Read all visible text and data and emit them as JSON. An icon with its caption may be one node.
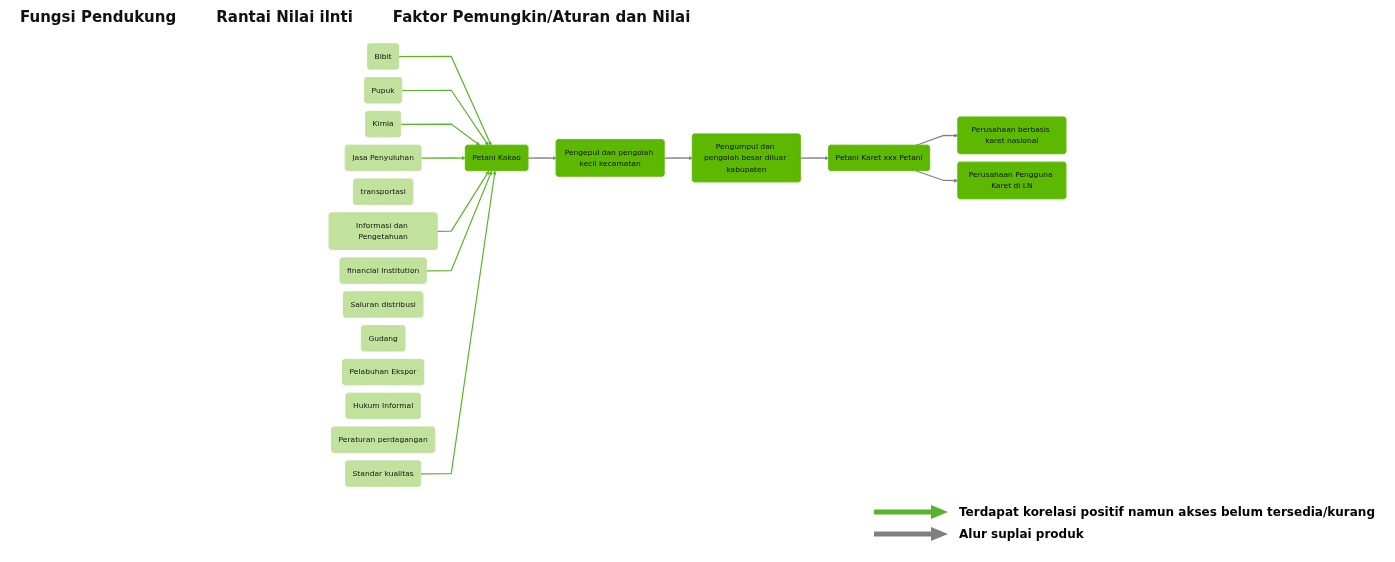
{
  "diagram": {
    "nodes": [
      {
        "text": [
          "Bibit"
        ]
      },
      {
        "text": [
          "Pupuk"
        ]
      },
      {
        "text": [
          "Kimia"
        ]
      },
      {
        "text": [
          "Jasa Penyuluhan"
        ]
      },
      {
        "text": [
          "transportasi"
        ]
      },
      {
        "text": [
          "Informasi dan Pengetahuan"
        ]
      },
      {
        "text": [
          "financial Institution"
        ]
      },
      {
        "text": [
          "Saluran distribusi"
        ]
      },
      {
        "text": [
          "Gudang"
        ]
      },
      {
        "text": [
          "Pelabuhan Ekspor"
        ]
      },
      {
        "text": [
          "Petani Kakao"
        ]
      },
      {
        "text": [
          "Pengepul dan pengolah kecil kecamatan"
        ]
      },
      {
        "text": [
          "Pengumpul dan pengolah besar diluar kabupaten"
        ]
      },
      {
        "text": [
          "Petani Karet xxx Petani"
        ]
      },
      {
        "text": [
          "Perusahaan berbasis karet nasional"
        ]
      },
      {
        "text": [
          "Perusahaan Pengguna Karet di LN"
        ]
      },
      {
        "text": [
          "Hukum Informal"
        ]
      },
      {
        "text": [
          "Peraturan perdagangan"
        ]
      },
      {
        "text": [
          "Standar kualitas"
        ]
      }
    ],
    "edges": [
      {
        "from": 0,
        "to": 10,
        "arrow": "to"
      },
      {
        "from": 1,
        "to": 10,
        "arrow": "to"
      },
      {
        "from": 2,
        "to": 10,
        "arrow": "to"
      },
      {
        "from": 3,
        "to": 10,
        "arrow": "to"
      },
      {
        "from": 5,
        "to": 10,
        "arrow": "to"
      },
      {
        "from": 6,
        "to": 10,
        "arrow": "to"
      },
      {
        "from": 18,
        "to": 10,
        "arrow": "to"
      },
      {
        "from": 10,
        "to": 11,
        "arrow": "to",
        "color": "#808080"
      },
      {
        "from": 11,
        "to": 12,
        "arrow": "to",
        "color": "#808080"
      },
      {
        "from": 12,
        "to": 13,
        "arrow": "to",
        "color": "#808080"
      },
      {
        "from": 13,
        "to": 14,
        "arrow": "to",
        "color": "#808080"
      },
      {
        "from": 13,
        "to": 15,
        "arrow": "to",
        "color": "#808080"
      }
    ],
    "labels": [
      "Fungsi Pendukung",
      "Rantai Nilai ilnti",
      "Faktor Pemungkin/Aturan dan Nilai"
    ],
    "legend": [
      {
        "text": "Terdapat korelasi positif namun akses belum tersedia/kurang"
      },
      {
        "text": "Alur suplai produk"
      }
    ]
  }
}
